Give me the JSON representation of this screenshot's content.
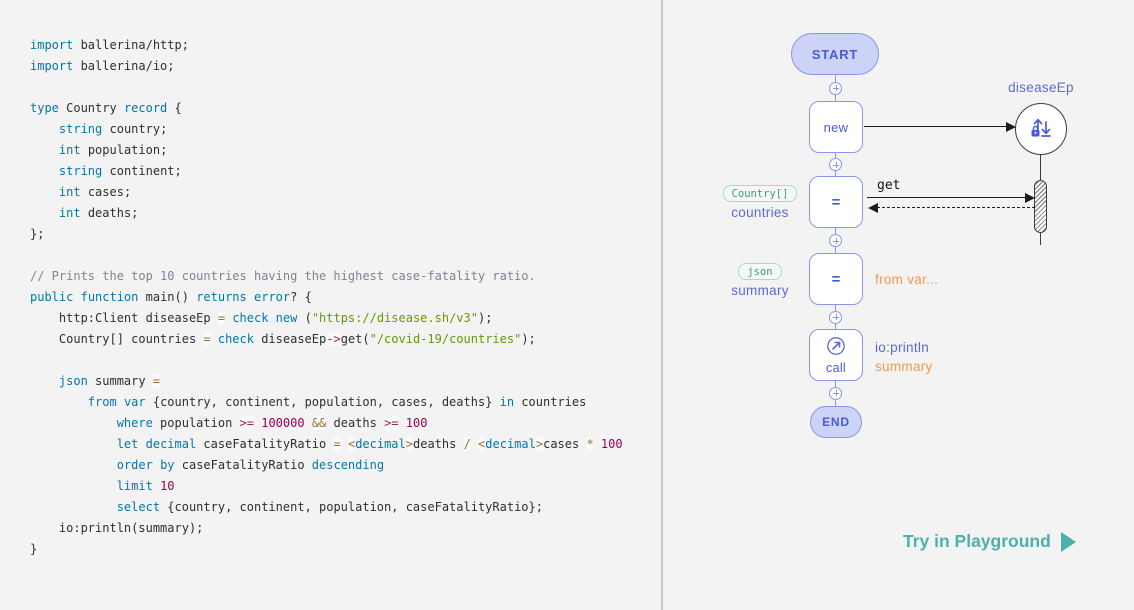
{
  "code": {
    "lines": [
      [
        [
          "k",
          "import"
        ],
        [
          "p",
          " ballerina/http;"
        ]
      ],
      [
        [
          "k",
          "import"
        ],
        [
          "p",
          " ballerina/io;"
        ]
      ],
      [],
      [
        [
          "k",
          "type"
        ],
        [
          "p",
          " Country "
        ],
        [
          "k",
          "record"
        ],
        [
          "p",
          " {"
        ]
      ],
      [
        [
          "p",
          "    "
        ],
        [
          "k",
          "string"
        ],
        [
          "p",
          " country;"
        ]
      ],
      [
        [
          "p",
          "    "
        ],
        [
          "k",
          "int"
        ],
        [
          "p",
          " population;"
        ]
      ],
      [
        [
          "p",
          "    "
        ],
        [
          "k",
          "string"
        ],
        [
          "p",
          " continent;"
        ]
      ],
      [
        [
          "p",
          "    "
        ],
        [
          "k",
          "int"
        ],
        [
          "p",
          " cases;"
        ]
      ],
      [
        [
          "p",
          "    "
        ],
        [
          "k",
          "int"
        ],
        [
          "p",
          " deaths;"
        ]
      ],
      [
        [
          "p",
          "};"
        ]
      ],
      [],
      [
        [
          "c",
          "// Prints the top 10 countries having the highest case-fatality ratio."
        ]
      ],
      [
        [
          "k",
          "public"
        ],
        [
          "p",
          " "
        ],
        [
          "k",
          "function"
        ],
        [
          "p",
          " main() "
        ],
        [
          "k",
          "returns"
        ],
        [
          "p",
          " "
        ],
        [
          "k",
          "error"
        ],
        [
          "p",
          "? {"
        ]
      ],
      [
        [
          "p",
          "    http:Client diseaseEp "
        ],
        [
          "o",
          "="
        ],
        [
          "p",
          " "
        ],
        [
          "k",
          "check"
        ],
        [
          "p",
          " "
        ],
        [
          "k",
          "new"
        ],
        [
          "p",
          " ("
        ],
        [
          "s",
          "\"https://disease.sh/v3\""
        ],
        [
          "p",
          ");"
        ]
      ],
      [
        [
          "p",
          "    Country[] countries "
        ],
        [
          "o",
          "="
        ],
        [
          "p",
          " "
        ],
        [
          "k",
          "check"
        ],
        [
          "p",
          " diseaseEp"
        ],
        [
          "m",
          "->"
        ],
        [
          "p",
          "get("
        ],
        [
          "s",
          "\"/covid-19/countries\""
        ],
        [
          "p",
          ");"
        ]
      ],
      [],
      [
        [
          "p",
          "    "
        ],
        [
          "k",
          "json"
        ],
        [
          "p",
          " summary "
        ],
        [
          "o",
          "="
        ]
      ],
      [
        [
          "p",
          "        "
        ],
        [
          "k",
          "from"
        ],
        [
          "p",
          " "
        ],
        [
          "k",
          "var"
        ],
        [
          "p",
          " {country, continent, population, cases, deaths} "
        ],
        [
          "k",
          "in"
        ],
        [
          "p",
          " countries"
        ]
      ],
      [
        [
          "p",
          "            "
        ],
        [
          "k",
          "where"
        ],
        [
          "p",
          " population "
        ],
        [
          "m",
          ">="
        ],
        [
          "p",
          " "
        ],
        [
          "n",
          "100000"
        ],
        [
          "p",
          " "
        ],
        [
          "o",
          "&&"
        ],
        [
          "p",
          " deaths "
        ],
        [
          "m",
          ">="
        ],
        [
          "p",
          " "
        ],
        [
          "n",
          "100"
        ]
      ],
      [
        [
          "p",
          "            "
        ],
        [
          "k",
          "let"
        ],
        [
          "p",
          " "
        ],
        [
          "k",
          "decimal"
        ],
        [
          "p",
          " caseFatalityRatio "
        ],
        [
          "o",
          "="
        ],
        [
          "p",
          " "
        ],
        [
          "o",
          "<"
        ],
        [
          "k",
          "decimal"
        ],
        [
          "o",
          ">"
        ],
        [
          "p",
          "deaths "
        ],
        [
          "o",
          "/"
        ],
        [
          "p",
          " "
        ],
        [
          "o",
          "<"
        ],
        [
          "k",
          "decimal"
        ],
        [
          "o",
          ">"
        ],
        [
          "p",
          "cases "
        ],
        [
          "o",
          "*"
        ],
        [
          "p",
          " "
        ],
        [
          "n",
          "100"
        ]
      ],
      [
        [
          "p",
          "            "
        ],
        [
          "k",
          "order"
        ],
        [
          "p",
          " "
        ],
        [
          "k",
          "by"
        ],
        [
          "p",
          " caseFatalityRatio "
        ],
        [
          "k",
          "descending"
        ]
      ],
      [
        [
          "p",
          "            "
        ],
        [
          "k",
          "limit"
        ],
        [
          "p",
          " "
        ],
        [
          "n",
          "10"
        ]
      ],
      [
        [
          "p",
          "            "
        ],
        [
          "k",
          "select"
        ],
        [
          "p",
          " {country, continent, population, caseFatalityRatio};"
        ]
      ],
      [
        [
          "p",
          "    io:println(summary);"
        ]
      ],
      [
        [
          "p",
          "}"
        ]
      ]
    ]
  },
  "diagram": {
    "start": "START",
    "end": "END",
    "new_label": "new",
    "assign1_label": "=",
    "assign2_label": "=",
    "call_label": "call",
    "endpoint_label": "diseaseEp",
    "get_label": "get",
    "countries_badge": "Country[]",
    "countries_label": "countries",
    "summary_badge": "json",
    "summary_label": "summary",
    "from_var_label": "from var...",
    "println_label": "io:println",
    "println_arg_label": "summary"
  },
  "footer": {
    "try_label": "Try in Playground"
  },
  "colors": {
    "background": "#f3f3f4",
    "divider": "#c8c8c8",
    "node_border_purple": "#8a96e8",
    "node_text_purple": "#4b5bd0",
    "node_fill_light_purple": "#ccd3f7",
    "badge_green": "#38a273",
    "label_orange": "#f0994f",
    "playground_teal": "#4cb0ac",
    "arrow_black": "#1c1c1c",
    "keyword_blue": "#0077aa",
    "string_green": "#669900",
    "number_magenta": "#990055",
    "operator_brown": "#9a6e3a",
    "comment_gray": "#7c8591"
  }
}
